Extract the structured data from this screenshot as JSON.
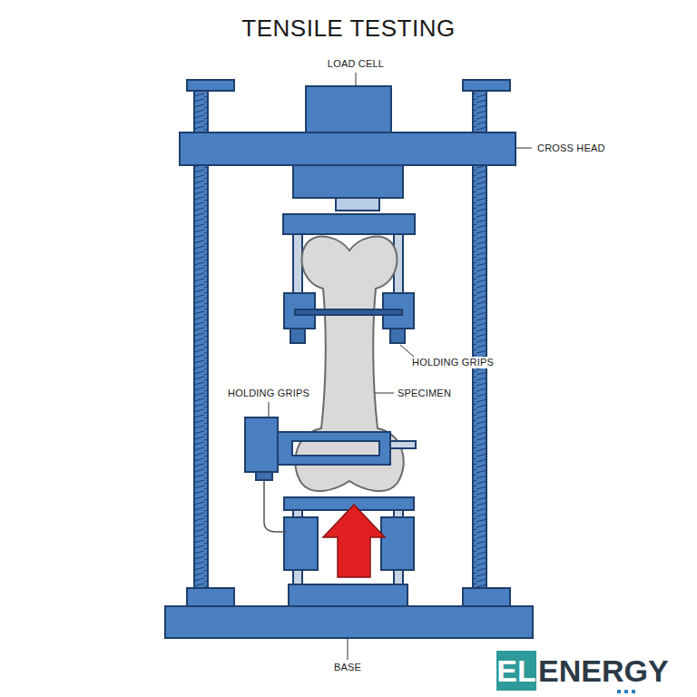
{
  "diagram": {
    "title": "TENSILE TESTING",
    "labels": [
      "LOAD CELL",
      "CROSS HEAD",
      "HOLDING GRIPS",
      "HOLDING GRIPS",
      "SPECIMEN",
      "BASE",
      "EL",
      "ENERGY"
    ]
  }
}
